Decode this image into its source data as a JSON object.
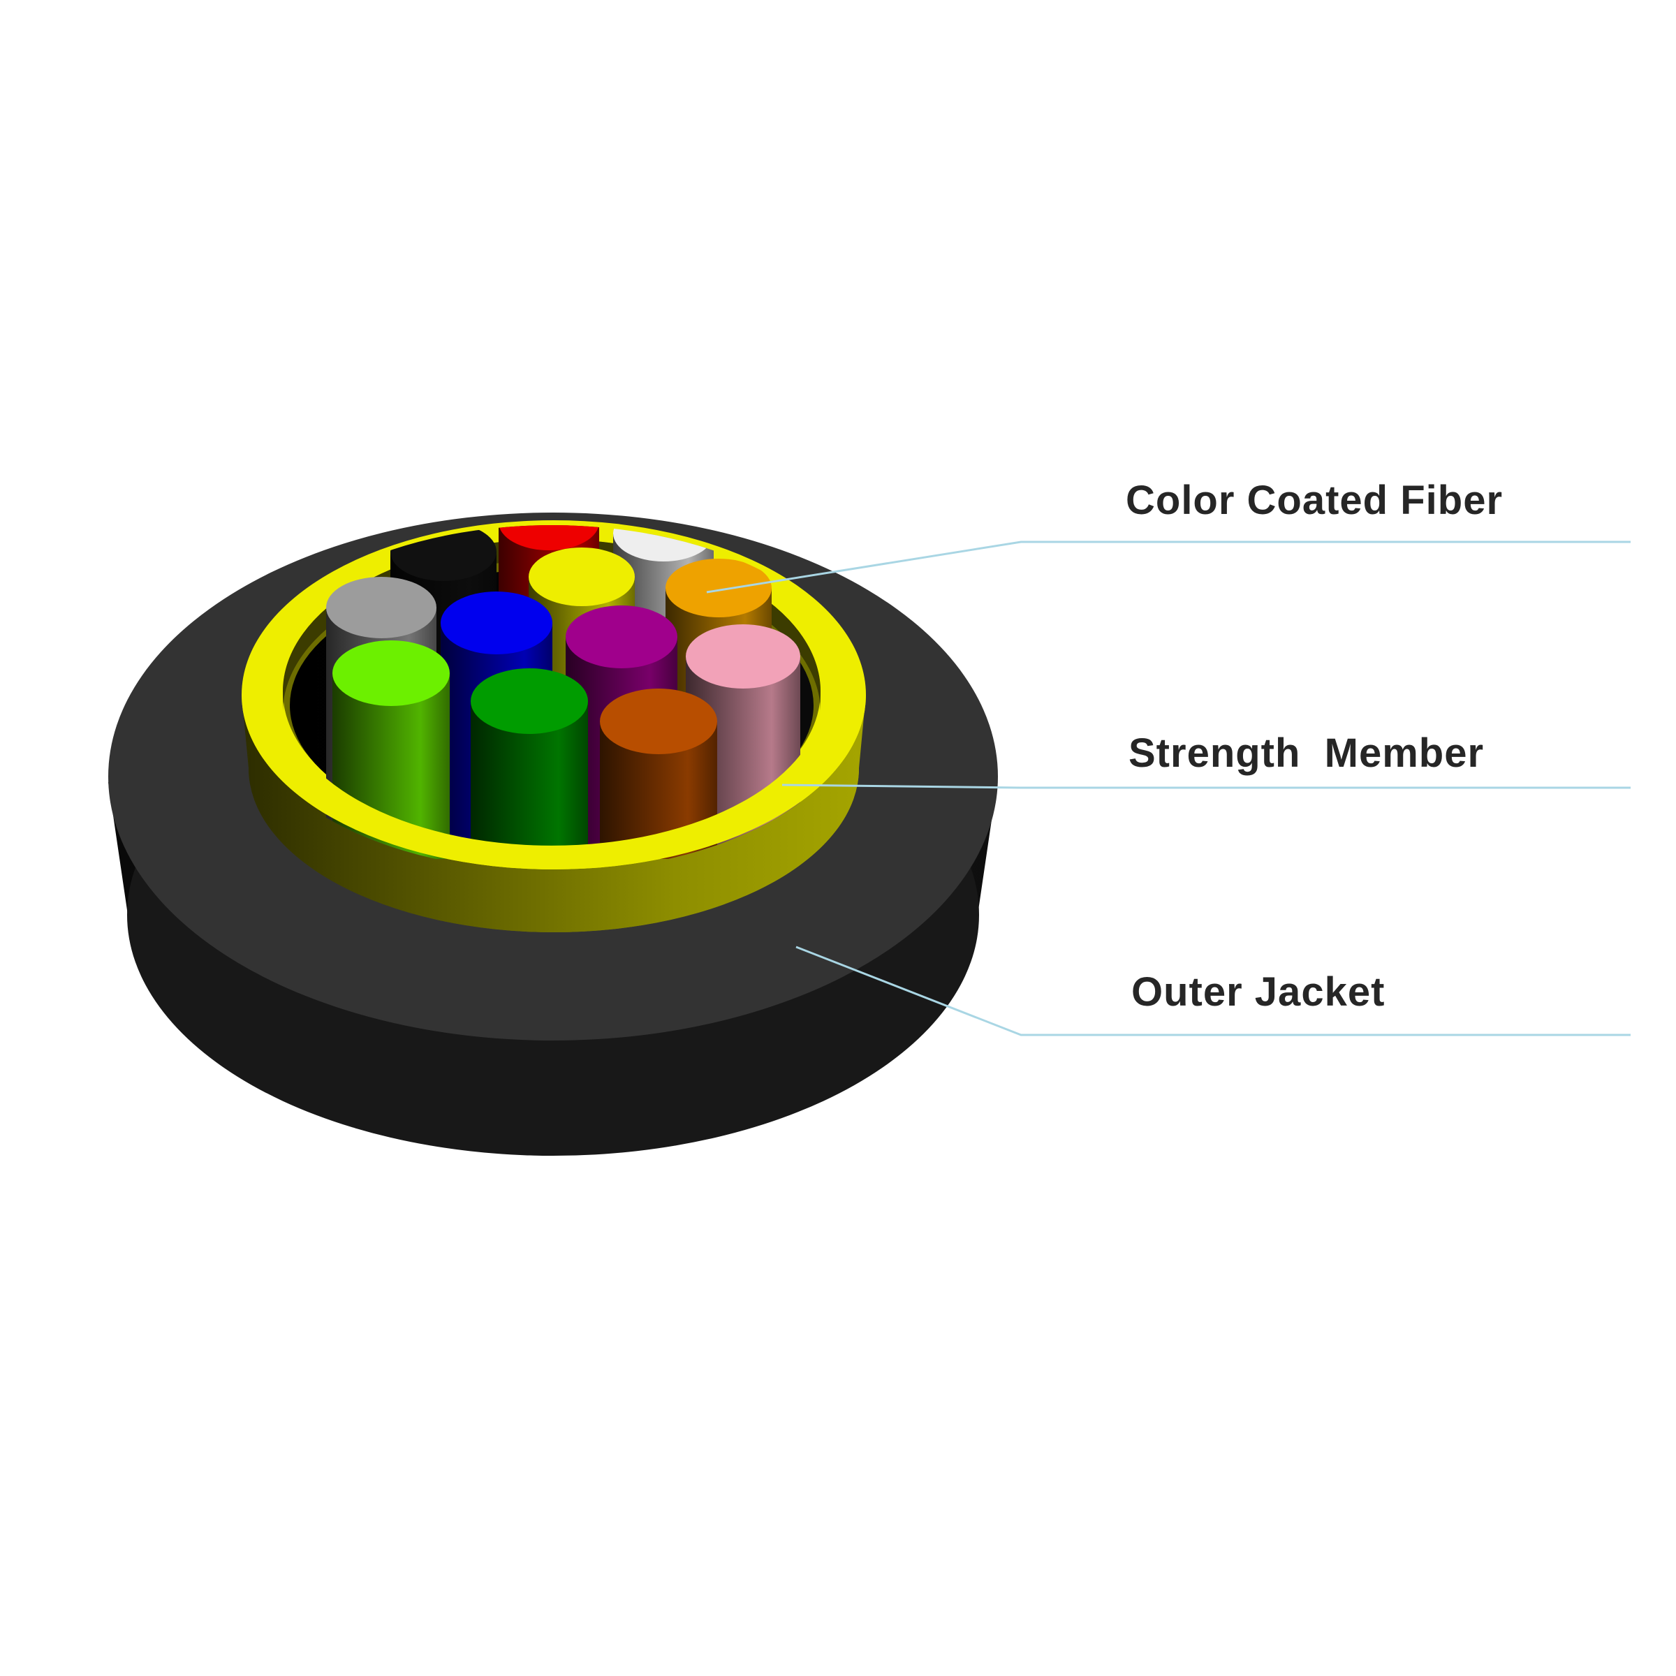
{
  "labels": {
    "fiber": "Color Coated Fiber",
    "strength": "Strength  Member",
    "jacket": "Outer Jacket"
  },
  "colors": {
    "jacket": "#333333",
    "strength_member": "#eeee00",
    "leader_line": "#a9d6e4",
    "label_text": "#262626"
  },
  "fibers": [
    {
      "name": "red",
      "color": "#ee0000"
    },
    {
      "name": "white",
      "color": "#eeeeee"
    },
    {
      "name": "black",
      "color": "#111111"
    },
    {
      "name": "yellow",
      "color": "#eeee00"
    },
    {
      "name": "orange",
      "color": "#eea200"
    },
    {
      "name": "gray",
      "color": "#9c9c9c"
    },
    {
      "name": "blue",
      "color": "#0000ee"
    },
    {
      "name": "violet",
      "color": "#a0008c"
    },
    {
      "name": "pink",
      "color": "#f2a2b8"
    },
    {
      "name": "lime",
      "color": "#6cf000"
    },
    {
      "name": "green",
      "color": "#009c00"
    },
    {
      "name": "brown",
      "color": "#b84e00"
    }
  ]
}
